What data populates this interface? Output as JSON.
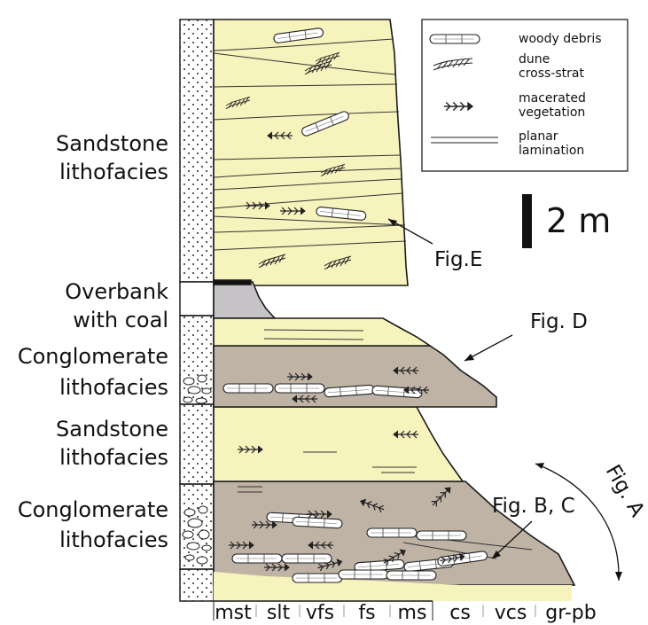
{
  "facies_labels": {
    "sandstone_top": [
      "Sandstone",
      "lithofacies"
    ],
    "overbank": [
      "Overbank",
      "with coal"
    ],
    "conglomerate_upper": [
      "Conglomerate",
      "lithofacies"
    ],
    "sandstone_mid": [
      "Sandstone",
      "lithofacies"
    ],
    "conglomerate_lower": [
      "Conglomerate",
      "lithofacies"
    ]
  },
  "legend": {
    "woody": "woody debris",
    "dune": [
      "dune",
      "cross-strat"
    ],
    "macerated": [
      "macerated",
      "vegetation"
    ],
    "planar": [
      "planar",
      "lamination"
    ]
  },
  "scale_bar": "2 m",
  "figure_refs": {
    "fig_e": "Fig.E",
    "fig_d": "Fig. D",
    "fig_bc": "Fig. B, C",
    "fig_a": "Fig. A"
  },
  "grain_size_axis": [
    "mst",
    "slt",
    "vfs",
    "fs",
    "ms",
    "cs",
    "vcs",
    "gr-pb"
  ],
  "colors": {
    "sandstone": "#f7f3bd",
    "conglomerate": "#bfb3a6",
    "coal_shale": "#c6c3c7",
    "coal": "#111111",
    "outline": "#1a1a1a"
  }
}
